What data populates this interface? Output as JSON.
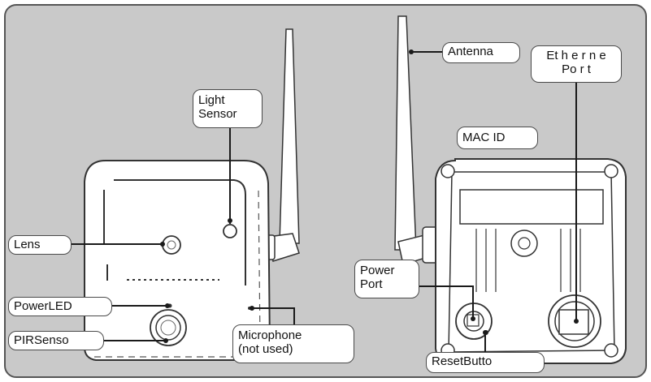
{
  "labels": {
    "light_sensor": [
      "Light",
      "Sensor"
    ],
    "lens": "Lens",
    "power_led": "PowerLED",
    "pir_sensor": "PIRSenso",
    "microphone": [
      "Microphone",
      "(not used)"
    ],
    "antenna": "Antenna",
    "ethernet_port": [
      "Et h e r n e",
      "Po r t"
    ],
    "mac_id": "MAC ID",
    "power_port": [
      "Power",
      "Port"
    ],
    "reset_button": "ResetButto"
  },
  "colors": {
    "panel_bg": "#c9c9c9",
    "panel_border": "#555555",
    "line": "#1a1a1a",
    "device_fill": "#ffffff"
  }
}
